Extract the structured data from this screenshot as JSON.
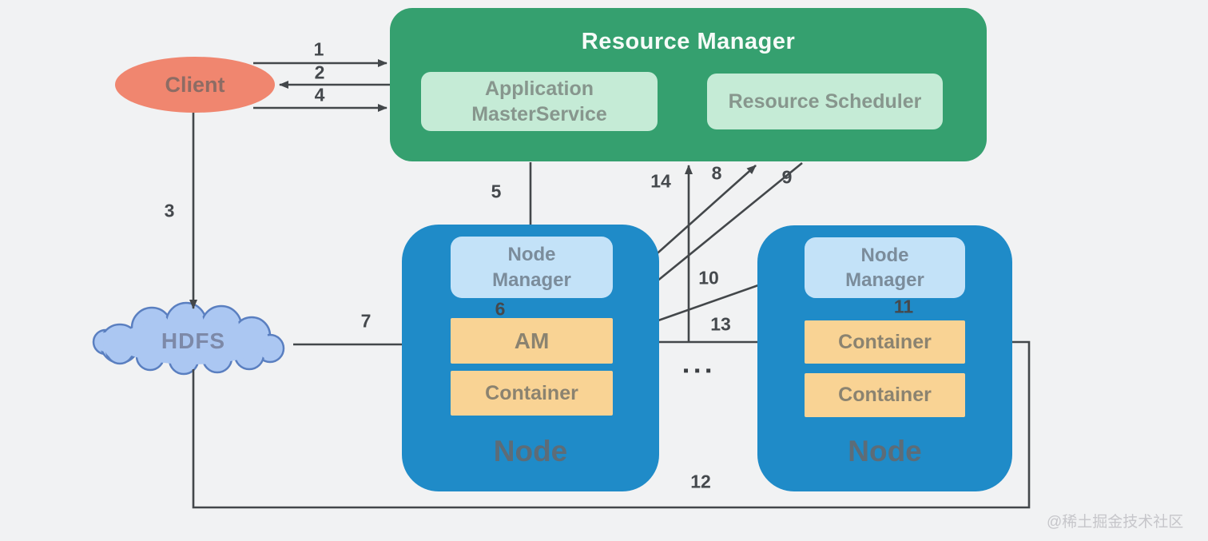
{
  "client": {
    "label": "Client"
  },
  "hdfs": {
    "label": "HDFS"
  },
  "resource_manager": {
    "title": "Resource Manager",
    "application_master_service": {
      "line1": "Application",
      "line2": "MasterService"
    },
    "resource_scheduler": {
      "label": "Resource Scheduler"
    }
  },
  "node_left": {
    "node_manager": {
      "line1": "Node",
      "line2": "Manager"
    },
    "am_label": "AM",
    "containers": [
      "Container"
    ],
    "node_label": "Node"
  },
  "node_right": {
    "node_manager": {
      "line1": "Node",
      "line2": "Manager"
    },
    "containers": [
      "Container",
      "Container"
    ],
    "node_label": "Node"
  },
  "ellipsis": "▪▪▪",
  "steps": {
    "s1": "1",
    "s2": "2",
    "s3": "3",
    "s4": "4",
    "s5": "5",
    "s6": "6",
    "s7": "7",
    "s8": "8",
    "s9": "9",
    "s10": "10",
    "s11": "11",
    "s12": "12",
    "s13": "13",
    "s14": "14"
  },
  "watermark": "@稀土掘金技术社区",
  "colors": {
    "background": "#f1f2f3",
    "resource_manager_green": "#35a06f",
    "service_box_light_green": "#c5ebd6",
    "node_blue": "#1f8bc8",
    "node_manager_light_blue": "#c3e2f8",
    "container_orange": "#f9d394",
    "client_salmon": "#f0866f",
    "hdfs_cloud_fill": "#abc7f2",
    "hdfs_cloud_stroke": "#5a7fc0",
    "arrow_dark_gray": "#43474a"
  }
}
